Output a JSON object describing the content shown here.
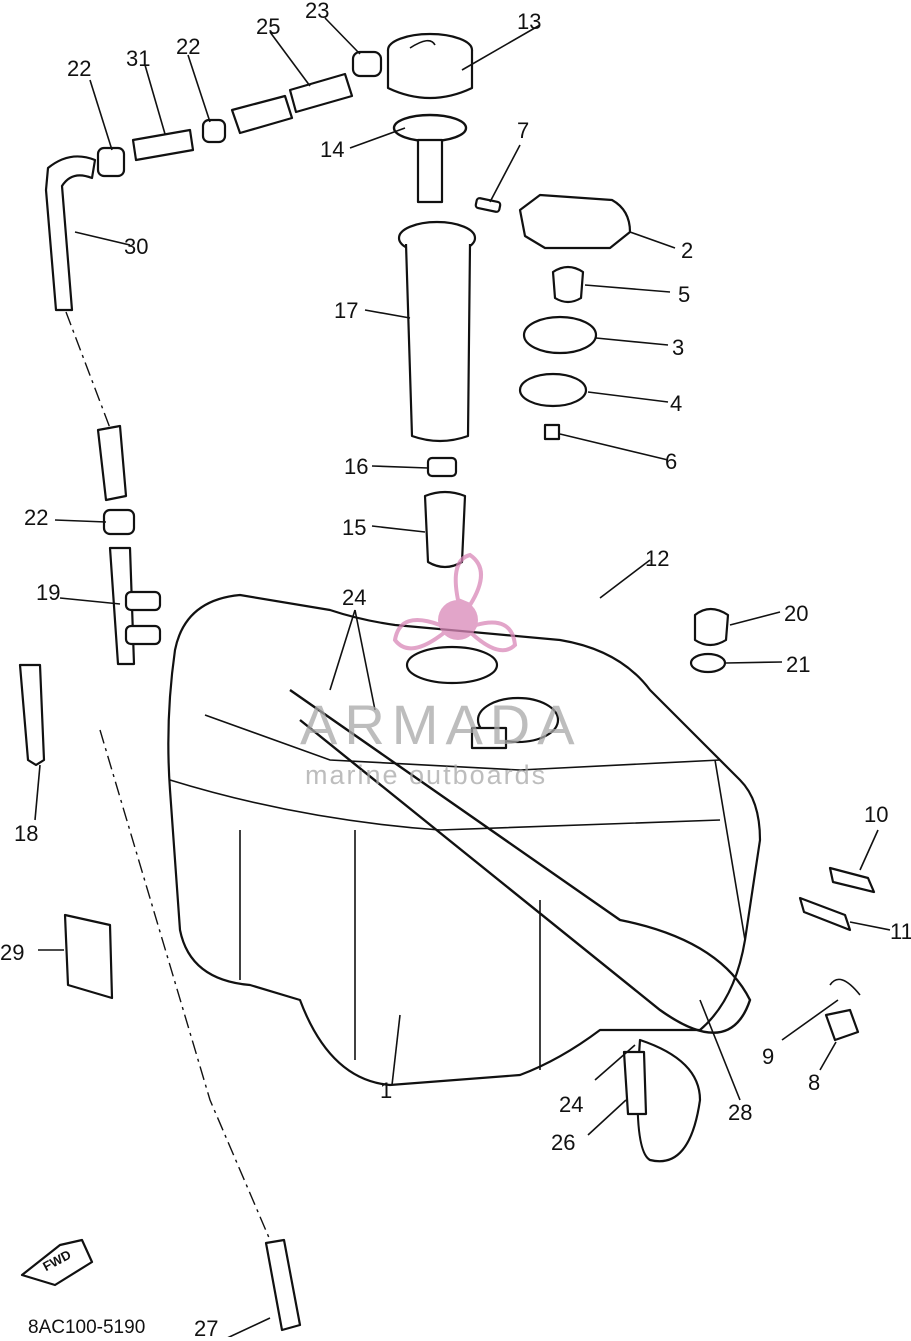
{
  "diagram": {
    "part_numbers": [
      "1",
      "2",
      "3",
      "4",
      "5",
      "6",
      "7",
      "8",
      "9",
      "10",
      "11",
      "12",
      "13",
      "14",
      "15",
      "16",
      "17",
      "18",
      "19",
      "20",
      "21",
      "22",
      "22",
      "22",
      "23",
      "24",
      "24",
      "25",
      "26",
      "27",
      "28",
      "29",
      "30",
      "31"
    ],
    "drawing_code": "8AC100-5190",
    "direction_badge": "FWD"
  },
  "watermark": {
    "brand": "ARMADA",
    "subtitle": "marine outboards",
    "colors": {
      "logo": "#d987b8",
      "text": "#a7a7a7"
    }
  }
}
